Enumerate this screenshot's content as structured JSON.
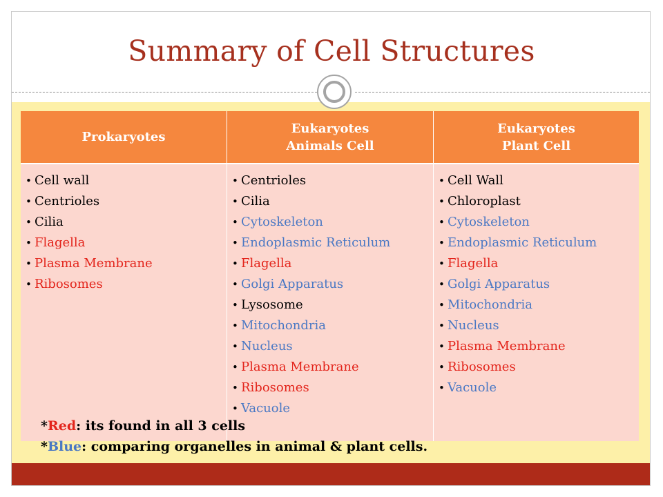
{
  "slide": {
    "title": "Summary of Cell Structures"
  },
  "colors": {
    "black": "#000000",
    "red": "#e3241b",
    "blue": "#4a78c4",
    "header_orange": "#f5873e",
    "cell_pink": "#fcd7cf",
    "band_yellow": "#fdf0a8",
    "footer_red": "#ae2b19",
    "title_red": "#a6301e"
  },
  "table": {
    "columns": [
      {
        "header_line1": "Prokaryotes",
        "header_line2": "",
        "items": [
          {
            "text": "Cell wall",
            "color": "black"
          },
          {
            "text": "Centrioles",
            "color": "black"
          },
          {
            "text": "Cilia",
            "color": "black"
          },
          {
            "text": "Flagella",
            "color": "red"
          },
          {
            "text": "Plasma Membrane",
            "color": "red"
          },
          {
            "text": "Ribosomes",
            "color": "red"
          }
        ]
      },
      {
        "header_line1": "Eukaryotes",
        "header_line2": "Animals Cell",
        "items": [
          {
            "text": "Centrioles",
            "color": "black"
          },
          {
            "text": "Cilia",
            "color": "black"
          },
          {
            "text": "Cytoskeleton",
            "color": "blue"
          },
          {
            "text": "Endoplasmic Reticulum",
            "color": "blue"
          },
          {
            "text": "Flagella",
            "color": "red"
          },
          {
            "text": "Golgi Apparatus",
            "color": "blue"
          },
          {
            "text": "Lysosome",
            "color": "black"
          },
          {
            "text": "Mitochondria",
            "color": "blue"
          },
          {
            "text": "Nucleus",
            "color": "blue"
          },
          {
            "text": "Plasma Membrane",
            "color": "red"
          },
          {
            "text": "Ribosomes",
            "color": "red"
          },
          {
            "text": "Vacuole",
            "color": "blue"
          }
        ]
      },
      {
        "header_line1": "Eukaryotes",
        "header_line2": "Plant Cell",
        "items": [
          {
            "text": "Cell Wall",
            "color": "black"
          },
          {
            "text": "Chloroplast",
            "color": "black"
          },
          {
            "text": "Cytoskeleton",
            "color": "blue"
          },
          {
            "text": "Endoplasmic Reticulum",
            "color": "blue"
          },
          {
            "text": "Flagella",
            "color": "red"
          },
          {
            "text": "Golgi Apparatus",
            "color": "blue"
          },
          {
            "text": "Mitochondria",
            "color": "blue"
          },
          {
            "text": "Nucleus",
            "color": "blue"
          },
          {
            "text": "Plasma Membrane",
            "color": "red"
          },
          {
            "text": "Ribosomes",
            "color": "red"
          },
          {
            "text": "Vacuole",
            "color": "blue"
          }
        ]
      }
    ]
  },
  "notes": {
    "red_note": {
      "prefix": "*",
      "keyword": "Red",
      "rest": ": its found in all 3 cells"
    },
    "blue_note": {
      "prefix": "*",
      "keyword": "Blue",
      "rest": ": comparing organelles in animal & plant cells."
    }
  }
}
